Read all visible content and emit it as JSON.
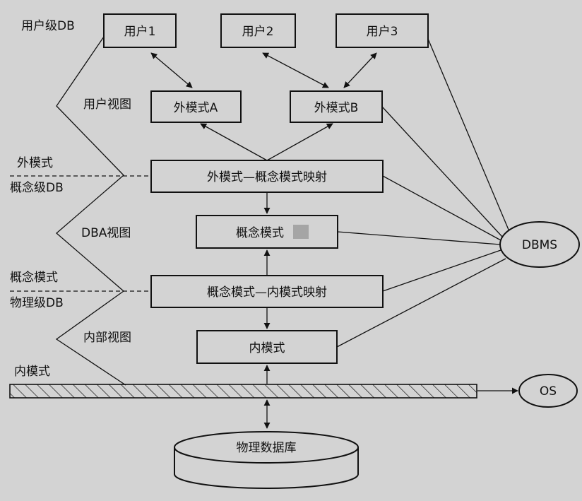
{
  "boxes": {
    "user1": "用户1",
    "user2": "用户2",
    "user3": "用户3",
    "ext_a": "外模式A",
    "ext_b": "外模式B",
    "ext_conc_map": "外模式—概念模式映射",
    "conceptual": "概念模式",
    "conc_int_map": "概念模式—内模式映射",
    "internal": "内模式",
    "physical_db": "物理数据库",
    "dbms": "DBMS",
    "os": "OS"
  },
  "side_labels": {
    "user_level_db": "用户级DB",
    "user_view": "用户视图",
    "external_schema": "外模式",
    "conceptual_level_db": "概念级DB",
    "dba_view": "DBA视图",
    "conceptual_schema": "概念模式",
    "physical_level_db": "物理级DB",
    "internal_view": "内部视图",
    "internal_schema": "内模式"
  }
}
